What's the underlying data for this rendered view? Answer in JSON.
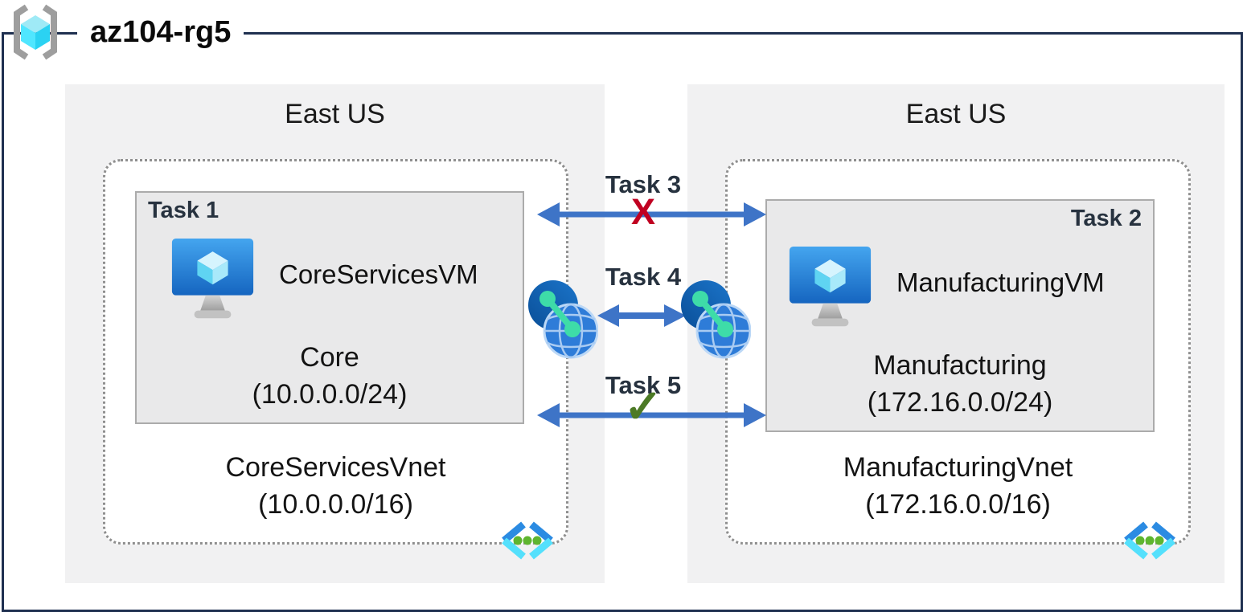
{
  "title": "az104-rg5",
  "regions": {
    "left": {
      "name": "East US",
      "vnet": {
        "name": "CoreServicesVnet",
        "cidr": "(10.0.0.0/16)"
      },
      "subnet": {
        "task": "Task 1",
        "vm": "CoreServicesVM",
        "name": "Core",
        "cidr": "(10.0.0.0/24)"
      }
    },
    "right": {
      "name": "East US",
      "vnet": {
        "name": "ManufacturingVnet",
        "cidr": "(172.16.0.0/16)"
      },
      "subnet": {
        "task": "Task 2",
        "vm": "ManufacturingVM",
        "name": "Manufacturing",
        "cidr": "(172.16.0.0/24)"
      }
    }
  },
  "connections": {
    "task3": {
      "label": "Task 3",
      "marker": "X"
    },
    "task4": {
      "label": "Task 4"
    },
    "task5": {
      "label": "Task 5",
      "marker": "✓"
    }
  },
  "icons": {
    "resource_group": "resource-group-icon",
    "virtual_machine": "virtual-machine-icon",
    "virtual_network": "virtual-network-icon",
    "peering": "vnet-peering-icon"
  },
  "colors": {
    "arrow": "#3E74C7",
    "blocked_marker": "#C00021",
    "allowed_marker": "#4C7A25",
    "outer_border": "#1F3050",
    "region_bg": "#F1F1F2",
    "subnet_bg": "#E9E9EA",
    "task_text": "#27323F"
  }
}
